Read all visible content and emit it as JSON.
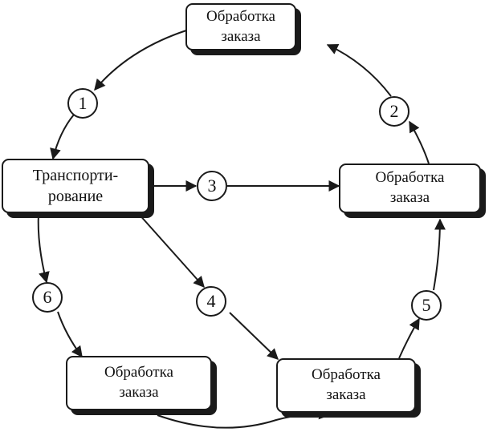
{
  "boxes": {
    "top": "Обработка\nзаказа",
    "left": "Транспорти-\nрование",
    "right": "Обработка\nзаказа",
    "bottom_left": "Обработка\nзаказа",
    "bottom_right": "Обработка\nзаказа"
  },
  "numbers": {
    "n1": "1",
    "n2": "2",
    "n3": "3",
    "n4": "4",
    "n5": "5",
    "n6": "6"
  },
  "colors": {
    "line": "#1a1a1a",
    "background": "#ffffff"
  }
}
